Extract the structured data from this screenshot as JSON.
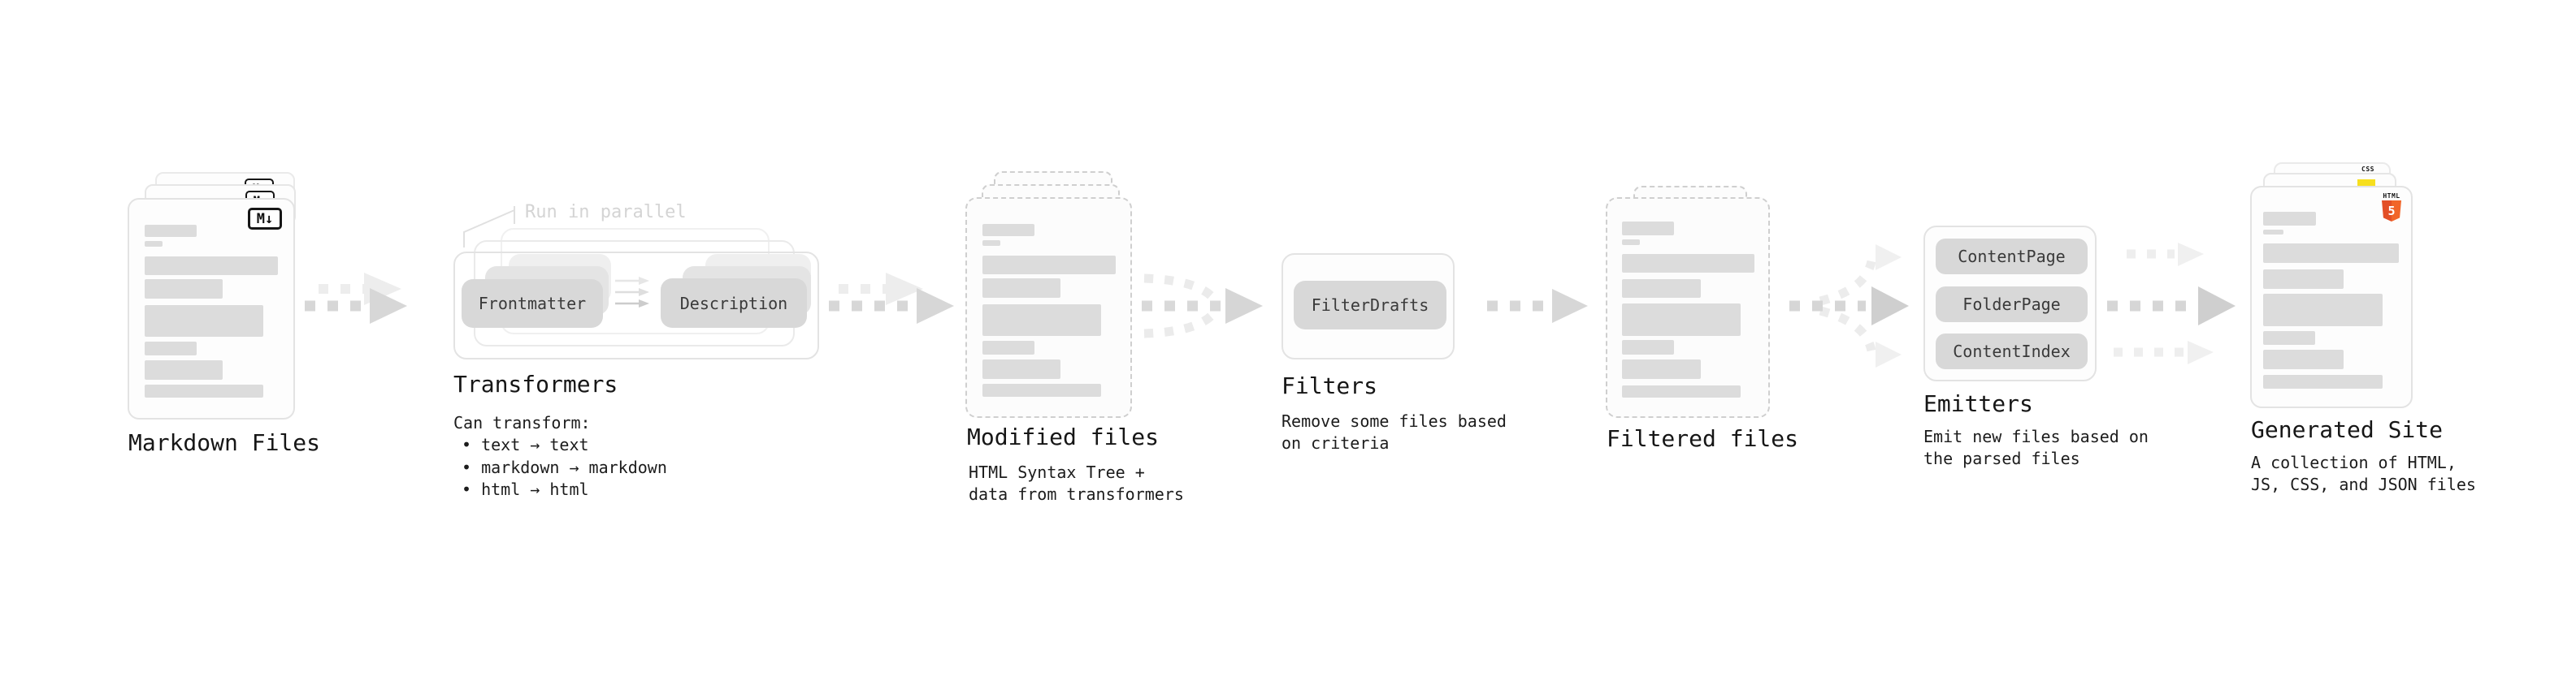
{
  "sections": {
    "markdown_files": {
      "label": "Markdown Files",
      "badge": "M↓"
    },
    "transformers": {
      "annotation": "Run in parallel",
      "pill_input": "Frontmatter",
      "pill_output": "Description",
      "heading": "Transformers",
      "subheading": "Can transform:",
      "bullets": [
        "• text → text",
        "• markdown → markdown",
        "• html → html"
      ]
    },
    "modified_files": {
      "label": "Modified files",
      "subtitle": "HTML Syntax Tree +\ndata from transformers"
    },
    "filters": {
      "pill": "FilterDrafts",
      "heading": "Filters",
      "subtitle": "Remove some files based\non criteria"
    },
    "filtered_files": {
      "label": "Filtered files"
    },
    "emitters": {
      "pills": [
        "ContentPage",
        "FolderPage",
        "ContentIndex"
      ],
      "heading": "Emitters",
      "subtitle": "Emit new files based on\nthe parsed files"
    },
    "generated_site": {
      "label": "Generated Site",
      "subtitle": "A collection of HTML,\nJS, CSS, and JSON files",
      "badges": {
        "html_word": "HTML",
        "html_number": "5",
        "css_word": "CSS"
      }
    }
  },
  "colors": {
    "arrow": "#d6d6d6",
    "arrow_light": "#ededed",
    "card_border": "#e3e3e3",
    "dashed_border": "#cfcfcf",
    "skeleton_bar": "#dcdcdc",
    "pill_bg": "#d8d8d8",
    "pill_text": "#3a3a3a",
    "heading_text": "#161616",
    "annotation_text": "#d4d4d4",
    "markdown_icon_fg": "#111111",
    "html5_orange": "#e34f26",
    "js_yellow": "#f7df1e",
    "css_blue": "#2965f1"
  }
}
